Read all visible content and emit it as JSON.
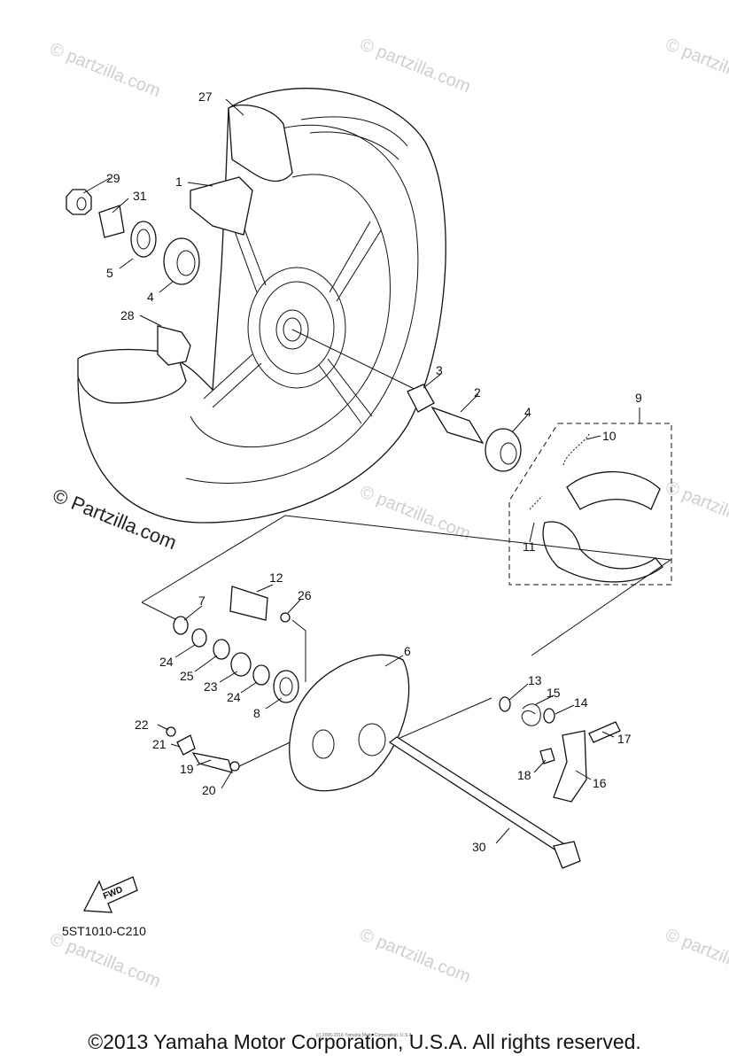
{
  "watermark": {
    "text": "© Partzilla.com",
    "tile_text": "© partzilla.com"
  },
  "fwd_label": "FWD",
  "diagram_code": "5ST1010-C210",
  "copyright": "©2013 Yamaha Motor Corporation, U.S.A. All rights reserved.",
  "copyright_small": "(c) 2005-2016 Yamaha Motor Corporation, U.S.A.",
  "callouts": [
    "1",
    "2",
    "3",
    "4",
    "4",
    "5",
    "6",
    "7",
    "8",
    "9",
    "10",
    "11",
    "12",
    "13",
    "14",
    "15",
    "16",
    "17",
    "18",
    "19",
    "20",
    "21",
    "22",
    "23",
    "24",
    "24",
    "25",
    "26",
    "27",
    "28",
    "29",
    "30",
    "31"
  ]
}
